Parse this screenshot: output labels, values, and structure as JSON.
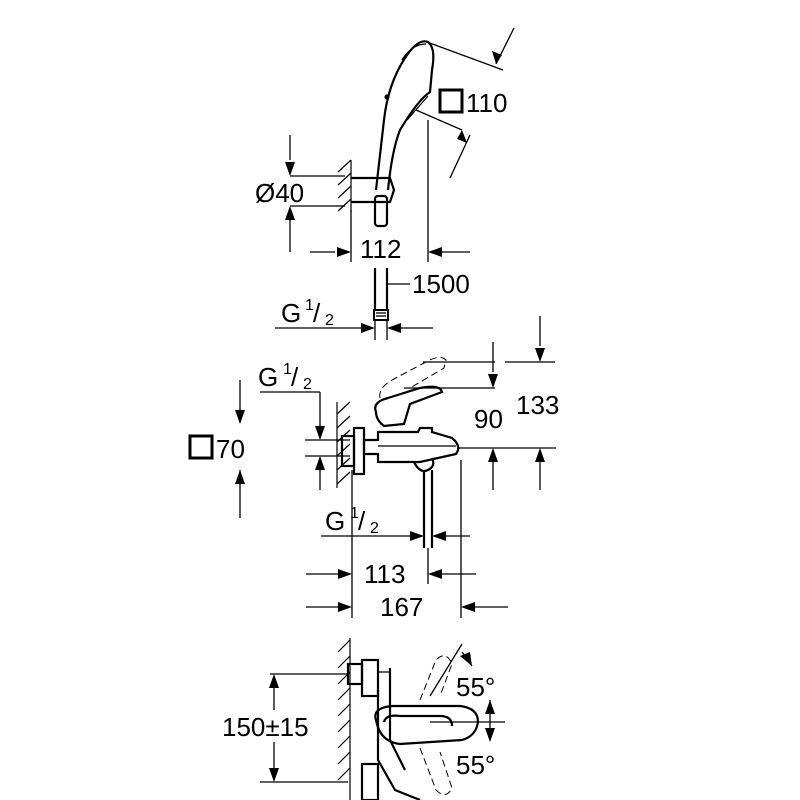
{
  "dimensions": {
    "hand_shower_square": "110",
    "wall_holder_diameter": "Ø40",
    "holder_projection": "112",
    "hose_length": "1500",
    "hose_thread": {
      "base": "G",
      "num": "1",
      "den": "2"
    },
    "mixer_inlet_thread": {
      "base": "G",
      "num": "1",
      "den": "2"
    },
    "escutcheon_square": "70",
    "lever_height": "90",
    "total_height": "133",
    "spout_thread": {
      "base": "G",
      "num": "1",
      "den": "2"
    },
    "spout_projection": "113",
    "total_projection": "167",
    "inlet_centres": "150±15",
    "lever_angle_up": "55°",
    "lever_angle_down": "55°"
  }
}
